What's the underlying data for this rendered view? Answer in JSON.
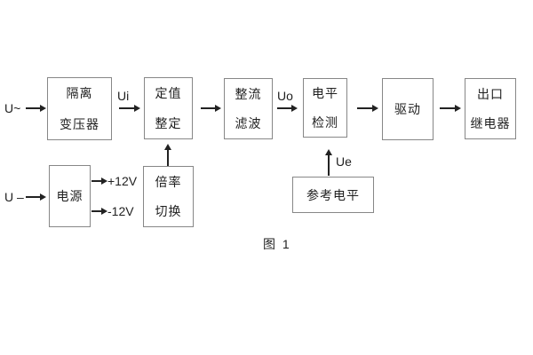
{
  "figure": {
    "caption": "图 1"
  },
  "colors": {
    "background": "#ffffff",
    "box_border": "#878787",
    "text": "#1f1f1f",
    "line": "#222222"
  },
  "labels": {
    "ac_input": "U~",
    "dc_input": "U –",
    "ui": "Ui",
    "uo": "Uo",
    "ue": "Ue",
    "plus12": "+12V",
    "minus12": "-12V"
  },
  "boxes": {
    "transformer": {
      "line1": "隔离",
      "line2": "变压器"
    },
    "setting": {
      "line1": "定值",
      "line2": "整定"
    },
    "rectifier": {
      "line1": "整流",
      "line2": "滤波"
    },
    "level": {
      "line1": "电平",
      "line2": "检测"
    },
    "drive": {
      "line1": "驱动"
    },
    "relay": {
      "line1": "出口",
      "line2": "继电器"
    },
    "power": {
      "line1": "电源"
    },
    "ratio": {
      "line1": "倍率",
      "line2": "切换"
    },
    "reference": {
      "line1": "参考电平"
    }
  }
}
